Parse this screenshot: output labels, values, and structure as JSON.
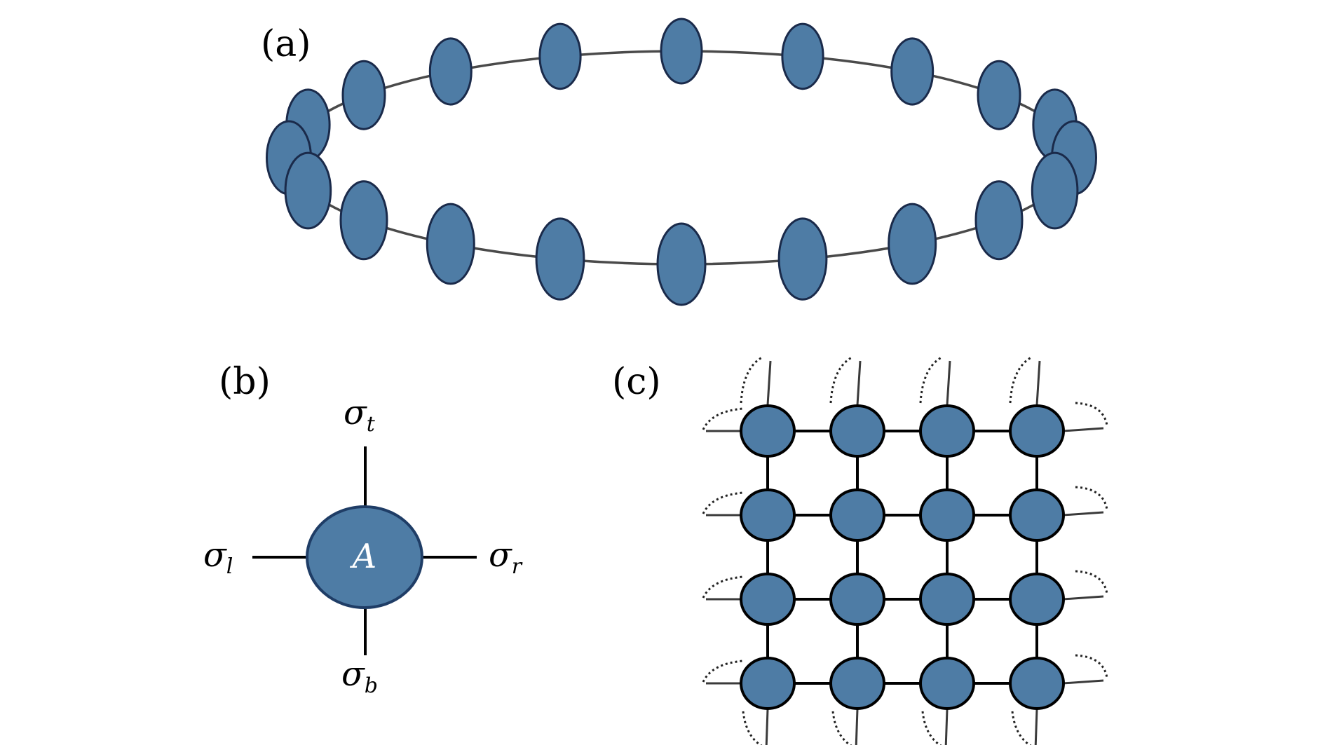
{
  "panels": {
    "a": {
      "label": "(a)",
      "node_count": 20
    },
    "b": {
      "label": "(b)",
      "tensor_label": "A",
      "indices": {
        "top": {
          "sym": "σ",
          "sub": "t"
        },
        "left": {
          "sym": "σ",
          "sub": "l"
        },
        "right": {
          "sym": "σ",
          "sub": "r"
        },
        "bottom": {
          "sym": "σ",
          "sub": "b"
        }
      }
    },
    "c": {
      "label": "(c)",
      "rows": 4,
      "cols": 4
    }
  },
  "colors": {
    "node_fill": "#4e7ca5",
    "node_stroke": "#1a2a4a",
    "bond": "#000000",
    "ring": "#4a4a4a"
  }
}
